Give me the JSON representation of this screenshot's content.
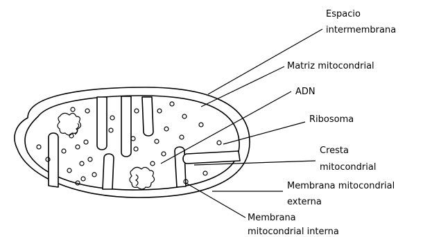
{
  "diagram": {
    "labels": {
      "espacio": [
        "Espacio",
        "intermembrana"
      ],
      "matriz": [
        "Matriz mitocondrial"
      ],
      "adn": [
        "ADN"
      ],
      "ribosoma": [
        "Ribosoma"
      ],
      "cresta": [
        "Cresta",
        "mitocondrial"
      ],
      "externa": [
        "Membrana mitocondrial",
        "externa"
      ],
      "interna": [
        "Membrana",
        "mitocondrial interna"
      ]
    }
  }
}
